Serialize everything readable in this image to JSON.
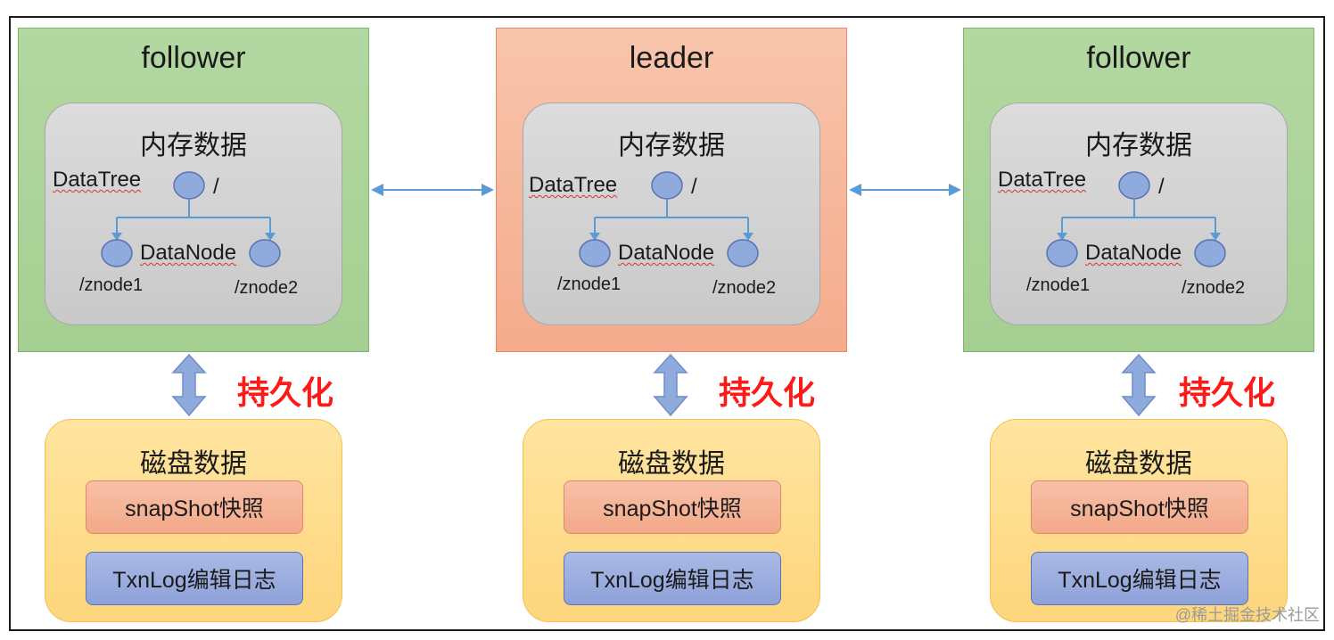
{
  "colors": {
    "follower_fill": "#a9d18e",
    "leader_fill": "#f4b183",
    "memory_fill": "#d0d0d0",
    "disk_fill": "#ffd966",
    "snapshot_fill": "#f4b183",
    "txnlog_fill": "#8faadc",
    "persist_text": "#ff0000",
    "arrow": "#5b9bd5",
    "tree_node": "#8faadc"
  },
  "nodes": [
    {
      "role": "follower",
      "memory": {
        "title": "内存数据",
        "tree_label": "DataTree",
        "root_label": "/",
        "node_label": "DataNode",
        "child_left": "/znode1",
        "child_right": "/znode2"
      },
      "persist_label": "持久化",
      "disk": {
        "title": "磁盘数据",
        "snapshot": "snapShot快照",
        "txnlog": "TxnLog编辑日志"
      }
    },
    {
      "role": "leader",
      "memory": {
        "title": "内存数据",
        "tree_label": "DataTree",
        "root_label": "/",
        "node_label": "DataNode",
        "child_left": "/znode1",
        "child_right": "/znode2"
      },
      "persist_label": "持久化",
      "disk": {
        "title": "磁盘数据",
        "snapshot": "snapShot快照",
        "txnlog": "TxnLog编辑日志"
      }
    },
    {
      "role": "follower",
      "memory": {
        "title": "内存数据",
        "tree_label": "DataTree",
        "root_label": "/",
        "node_label": "DataNode",
        "child_left": "/znode1",
        "child_right": "/znode2"
      },
      "persist_label": "持久化",
      "disk": {
        "title": "磁盘数据",
        "snapshot": "snapShot快照",
        "txnlog": "TxnLog编辑日志"
      }
    }
  ],
  "connections": [
    {
      "from": "follower",
      "to": "leader",
      "direction": "bidirectional"
    },
    {
      "from": "leader",
      "to": "follower",
      "direction": "bidirectional"
    }
  ],
  "watermark": "@稀土掘金技术社区"
}
